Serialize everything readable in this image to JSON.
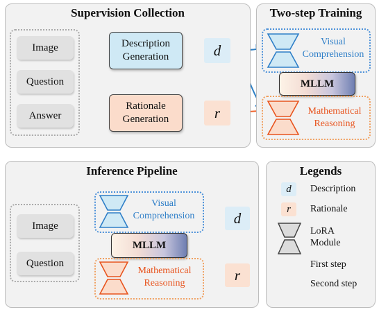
{
  "panels": {
    "supervision": "Supervision Collection",
    "training": "Two-step Training",
    "inference": "Inference Pipeline",
    "legends": "Legends"
  },
  "inputs": {
    "image": "Image",
    "question": "Question",
    "answer": "Answer"
  },
  "generation": {
    "description_line1": "Description",
    "description_line2": "Generation",
    "rationale_line1": "Rationale",
    "rationale_line2": "Generation"
  },
  "symbols": {
    "d": "d",
    "r": "r"
  },
  "modules": {
    "visual_line1": "Visual",
    "visual_line2": "Comprehension",
    "math_line1": "Mathematical",
    "math_line2": "Reasoning",
    "mllm": "MLLM"
  },
  "legend": {
    "description": "Description",
    "rationale": "Rationale",
    "lora_line1": "LoRA",
    "lora_line2": "Module",
    "first_step": "First step",
    "second_step": "Second step"
  },
  "colors": {
    "blue_arrow": "#2e7fc4",
    "orange_arrow": "#f0642d",
    "desc_fill": "#cfe9f5",
    "rat_fill": "#fbdccb"
  }
}
